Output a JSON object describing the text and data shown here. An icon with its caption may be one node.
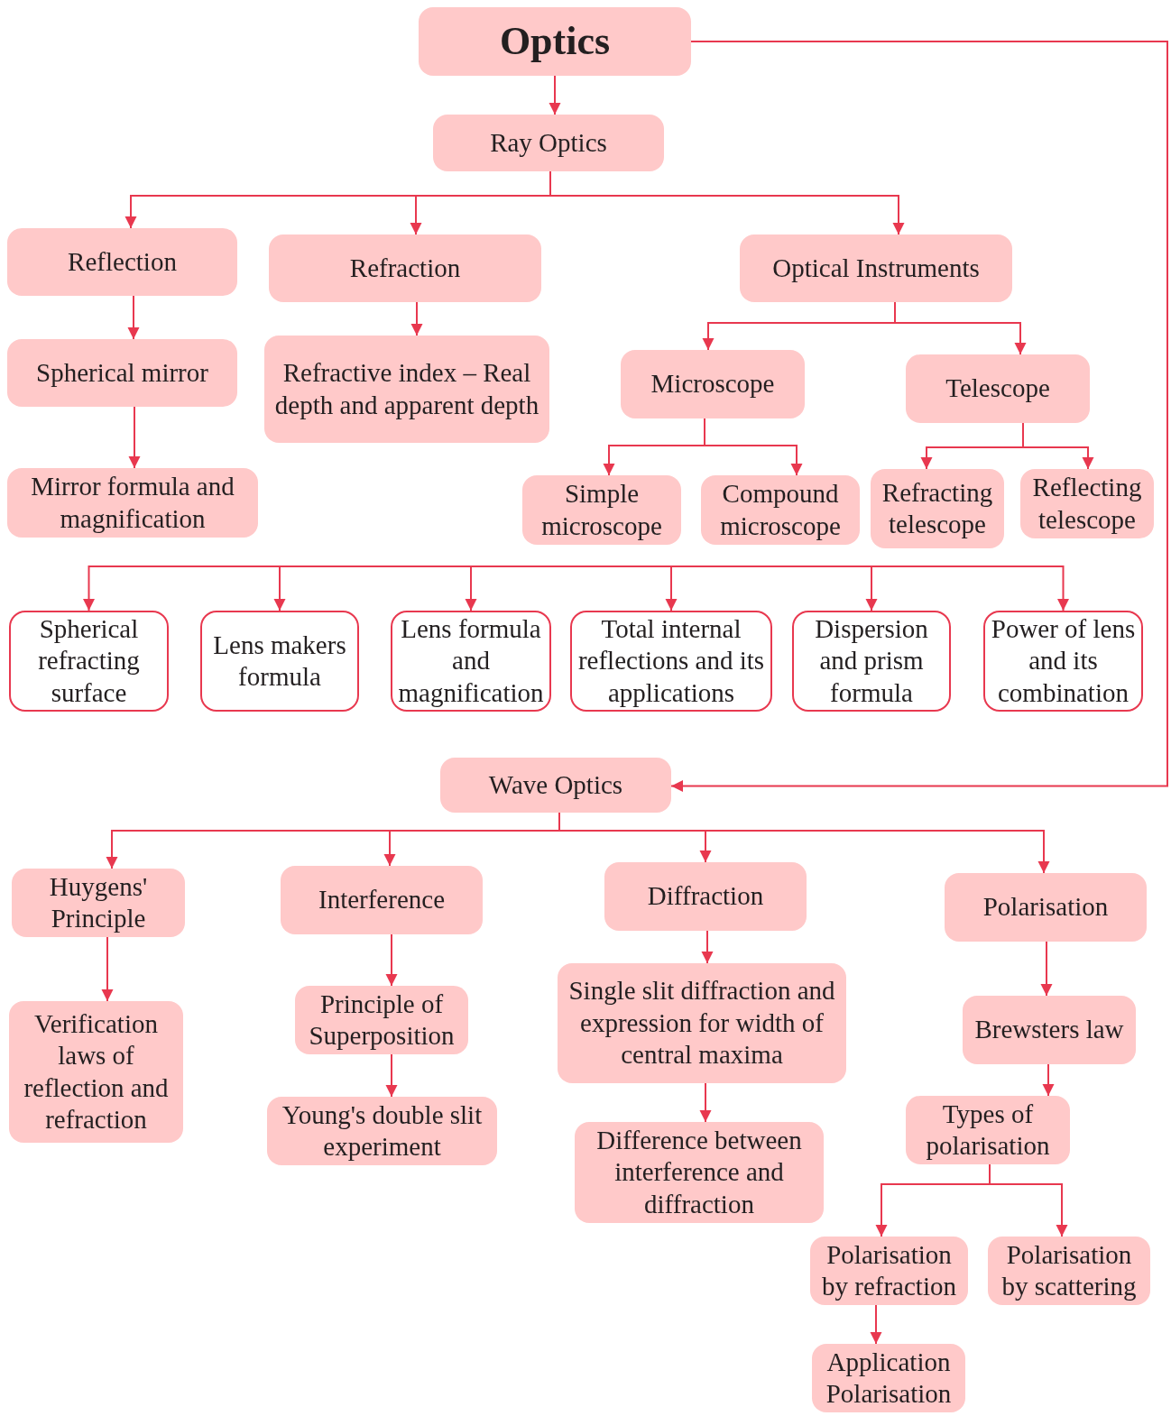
{
  "diagram": {
    "nodes": [
      {
        "text": [
          "Optics"
        ]
      },
      {
        "text": [
          "Ray Optics"
        ]
      },
      {
        "text": [
          "Reflection"
        ]
      },
      {
        "text": [
          "Refraction"
        ]
      },
      {
        "text": [
          "Optical Instruments"
        ]
      },
      {
        "text": [
          "Spherical mirror"
        ]
      },
      {
        "text": [
          "Refractive index – Real depth and apparent depth"
        ]
      },
      {
        "text": [
          "Microscope"
        ]
      },
      {
        "text": [
          "Telescope"
        ]
      },
      {
        "text": [
          "Mirror formula and magnification"
        ]
      },
      {
        "text": [
          "Simple microscope"
        ]
      },
      {
        "text": [
          "Compound microscope"
        ]
      },
      {
        "text": [
          "Refracting telescope"
        ]
      },
      {
        "text": [
          "Reflecting telescope"
        ]
      },
      {
        "text": [
          "Spherical refracting surface"
        ]
      },
      {
        "text": [
          "Lens makers formula"
        ]
      },
      {
        "text": [
          "Lens formula and magnification"
        ]
      },
      {
        "text": [
          "Total internal reflections and its applications"
        ]
      },
      {
        "text": [
          "Dispersion and prism formula"
        ]
      },
      {
        "text": [
          "Power of lens and its combination"
        ]
      },
      {
        "text": [
          "Wave Optics"
        ]
      },
      {
        "text": [
          "Huygens' Principle"
        ]
      },
      {
        "text": [
          "Interference"
        ]
      },
      {
        "text": [
          "Diffraction"
        ]
      },
      {
        "text": [
          "Polarisation"
        ]
      },
      {
        "text": [
          "Verification laws of reflection and refraction"
        ]
      },
      {
        "text": [
          "Principle of Superposition"
        ]
      },
      {
        "text": [
          "Single slit diffraction and expression for width of central maxima"
        ]
      },
      {
        "text": [
          "Brewsters law"
        ]
      },
      {
        "text": [
          "Young's double slit experiment"
        ]
      },
      {
        "text": [
          "Difference between interference and diffraction"
        ]
      },
      {
        "text": [
          "Types of polarisation"
        ]
      },
      {
        "text": [
          "Polarisation by refraction"
        ]
      },
      {
        "text": [
          "Polarisation by scattering"
        ]
      },
      {
        "text": [
          "Application Polarisation"
        ]
      }
    ],
    "edges": [
      {
        "from": 0,
        "to": 1,
        "arrow": "to"
      },
      {
        "from": 0,
        "to": 20,
        "arrow": "to"
      },
      {
        "from": 1,
        "to": 2,
        "arrow": "to"
      },
      {
        "from": 1,
        "to": 3,
        "arrow": "to"
      },
      {
        "from": 1,
        "to": 4,
        "arrow": "to"
      },
      {
        "from": 2,
        "to": 5,
        "arrow": "to"
      },
      {
        "from": 5,
        "to": 9,
        "arrow": "to"
      },
      {
        "from": 3,
        "to": 6,
        "arrow": "to"
      },
      {
        "from": 4,
        "to": 7,
        "arrow": "to"
      },
      {
        "from": 4,
        "to": 8,
        "arrow": "to"
      },
      {
        "from": 7,
        "to": 10,
        "arrow": "to"
      },
      {
        "from": 7,
        "to": 11,
        "arrow": "to"
      },
      {
        "from": 8,
        "to": 12,
        "arrow": "to"
      },
      {
        "from": 8,
        "to": 13,
        "arrow": "to"
      },
      {
        "from": null,
        "to": 14,
        "arrow": "to"
      },
      {
        "from": null,
        "to": 15,
        "arrow": "to"
      },
      {
        "from": null,
        "to": 16,
        "arrow": "to"
      },
      {
        "from": null,
        "to": 17,
        "arrow": "to"
      },
      {
        "from": null,
        "to": 18,
        "arrow": "to"
      },
      {
        "from": null,
        "to": 19,
        "arrow": "to"
      },
      {
        "from": 20,
        "to": 21,
        "arrow": "to"
      },
      {
        "from": 20,
        "to": 22,
        "arrow": "to"
      },
      {
        "from": 20,
        "to": 23,
        "arrow": "to"
      },
      {
        "from": 20,
        "to": 24,
        "arrow": "to"
      },
      {
        "from": 21,
        "to": 25,
        "arrow": "to"
      },
      {
        "from": 22,
        "to": 26,
        "arrow": "to"
      },
      {
        "from": 26,
        "to": 29,
        "arrow": "to"
      },
      {
        "from": 23,
        "to": 27,
        "arrow": "to"
      },
      {
        "from": 27,
        "to": 30,
        "arrow": "to"
      },
      {
        "from": 24,
        "to": 28,
        "arrow": "to"
      },
      {
        "from": 28,
        "to": 31,
        "arrow": "to"
      },
      {
        "from": 31,
        "to": 32,
        "arrow": "to"
      },
      {
        "from": 31,
        "to": 33,
        "arrow": "to"
      },
      {
        "from": 32,
        "to": 34,
        "arrow": "to"
      }
    ]
  }
}
